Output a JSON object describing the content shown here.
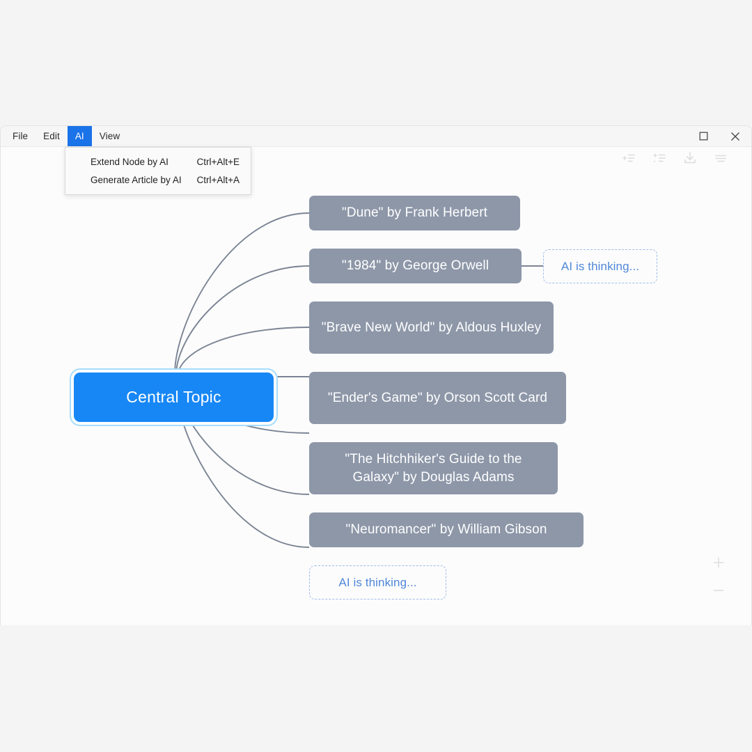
{
  "app": {
    "background": "#f4f4f5",
    "canvas_background": "#fcfcfc"
  },
  "menubar": {
    "items": [
      {
        "label": "File",
        "active": false
      },
      {
        "label": "Edit",
        "active": false
      },
      {
        "label": "AI",
        "active": true
      },
      {
        "label": "View",
        "active": false
      }
    ],
    "highlight_color": "#1a73e8"
  },
  "window_controls": [
    {
      "name": "maximize",
      "glyph": "maximize-icon"
    },
    {
      "name": "close",
      "glyph": "close-icon"
    }
  ],
  "dropdown": {
    "open_for": "AI",
    "items": [
      {
        "label": "Extend Node by AI",
        "accel": "Ctrl+Alt+E"
      },
      {
        "label": "Generate Article by AI",
        "accel": "Ctrl+Alt+A"
      }
    ]
  },
  "toolbar": {
    "icons": [
      {
        "name": "extend-node-ai-icon",
        "title": "Extend Node by AI"
      },
      {
        "name": "generate-article-ai-icon",
        "title": "Generate Article by AI"
      },
      {
        "name": "download-icon",
        "title": "Download"
      },
      {
        "name": "menu-icon",
        "title": "Menu"
      }
    ],
    "color": "#dcdcde"
  },
  "mindmap": {
    "central": {
      "label": "Central Topic",
      "color": "#1787f5",
      "selected": true
    },
    "node_color": "#8d97a8",
    "pending_color": "#4f87d8",
    "edge_color": "#7b8494",
    "children": [
      {
        "label": "\"Dune\" by Frank Herbert",
        "state": "done"
      },
      {
        "label": "\"1984\" by George Orwell",
        "state": "done"
      },
      {
        "label": "\"Brave New World\" by Aldous Huxley",
        "state": "done"
      },
      {
        "label": "\"Ender's Game\" by Orson Scott Card",
        "state": "done"
      },
      {
        "label": "\"The Hitchhiker's Guide to the Galaxy\" by Douglas Adams",
        "state": "done"
      },
      {
        "label": "\"Neuromancer\" by William Gibson",
        "state": "done"
      },
      {
        "label": "AI is thinking...",
        "state": "pending"
      }
    ],
    "grandchildren": [
      {
        "parent": "\"1984\" by George Orwell",
        "label": "AI is thinking...",
        "state": "pending"
      }
    ]
  },
  "zoom_controls": [
    {
      "name": "zoom-in",
      "glyph": "+"
    },
    {
      "name": "zoom-out",
      "glyph": "−"
    }
  ]
}
